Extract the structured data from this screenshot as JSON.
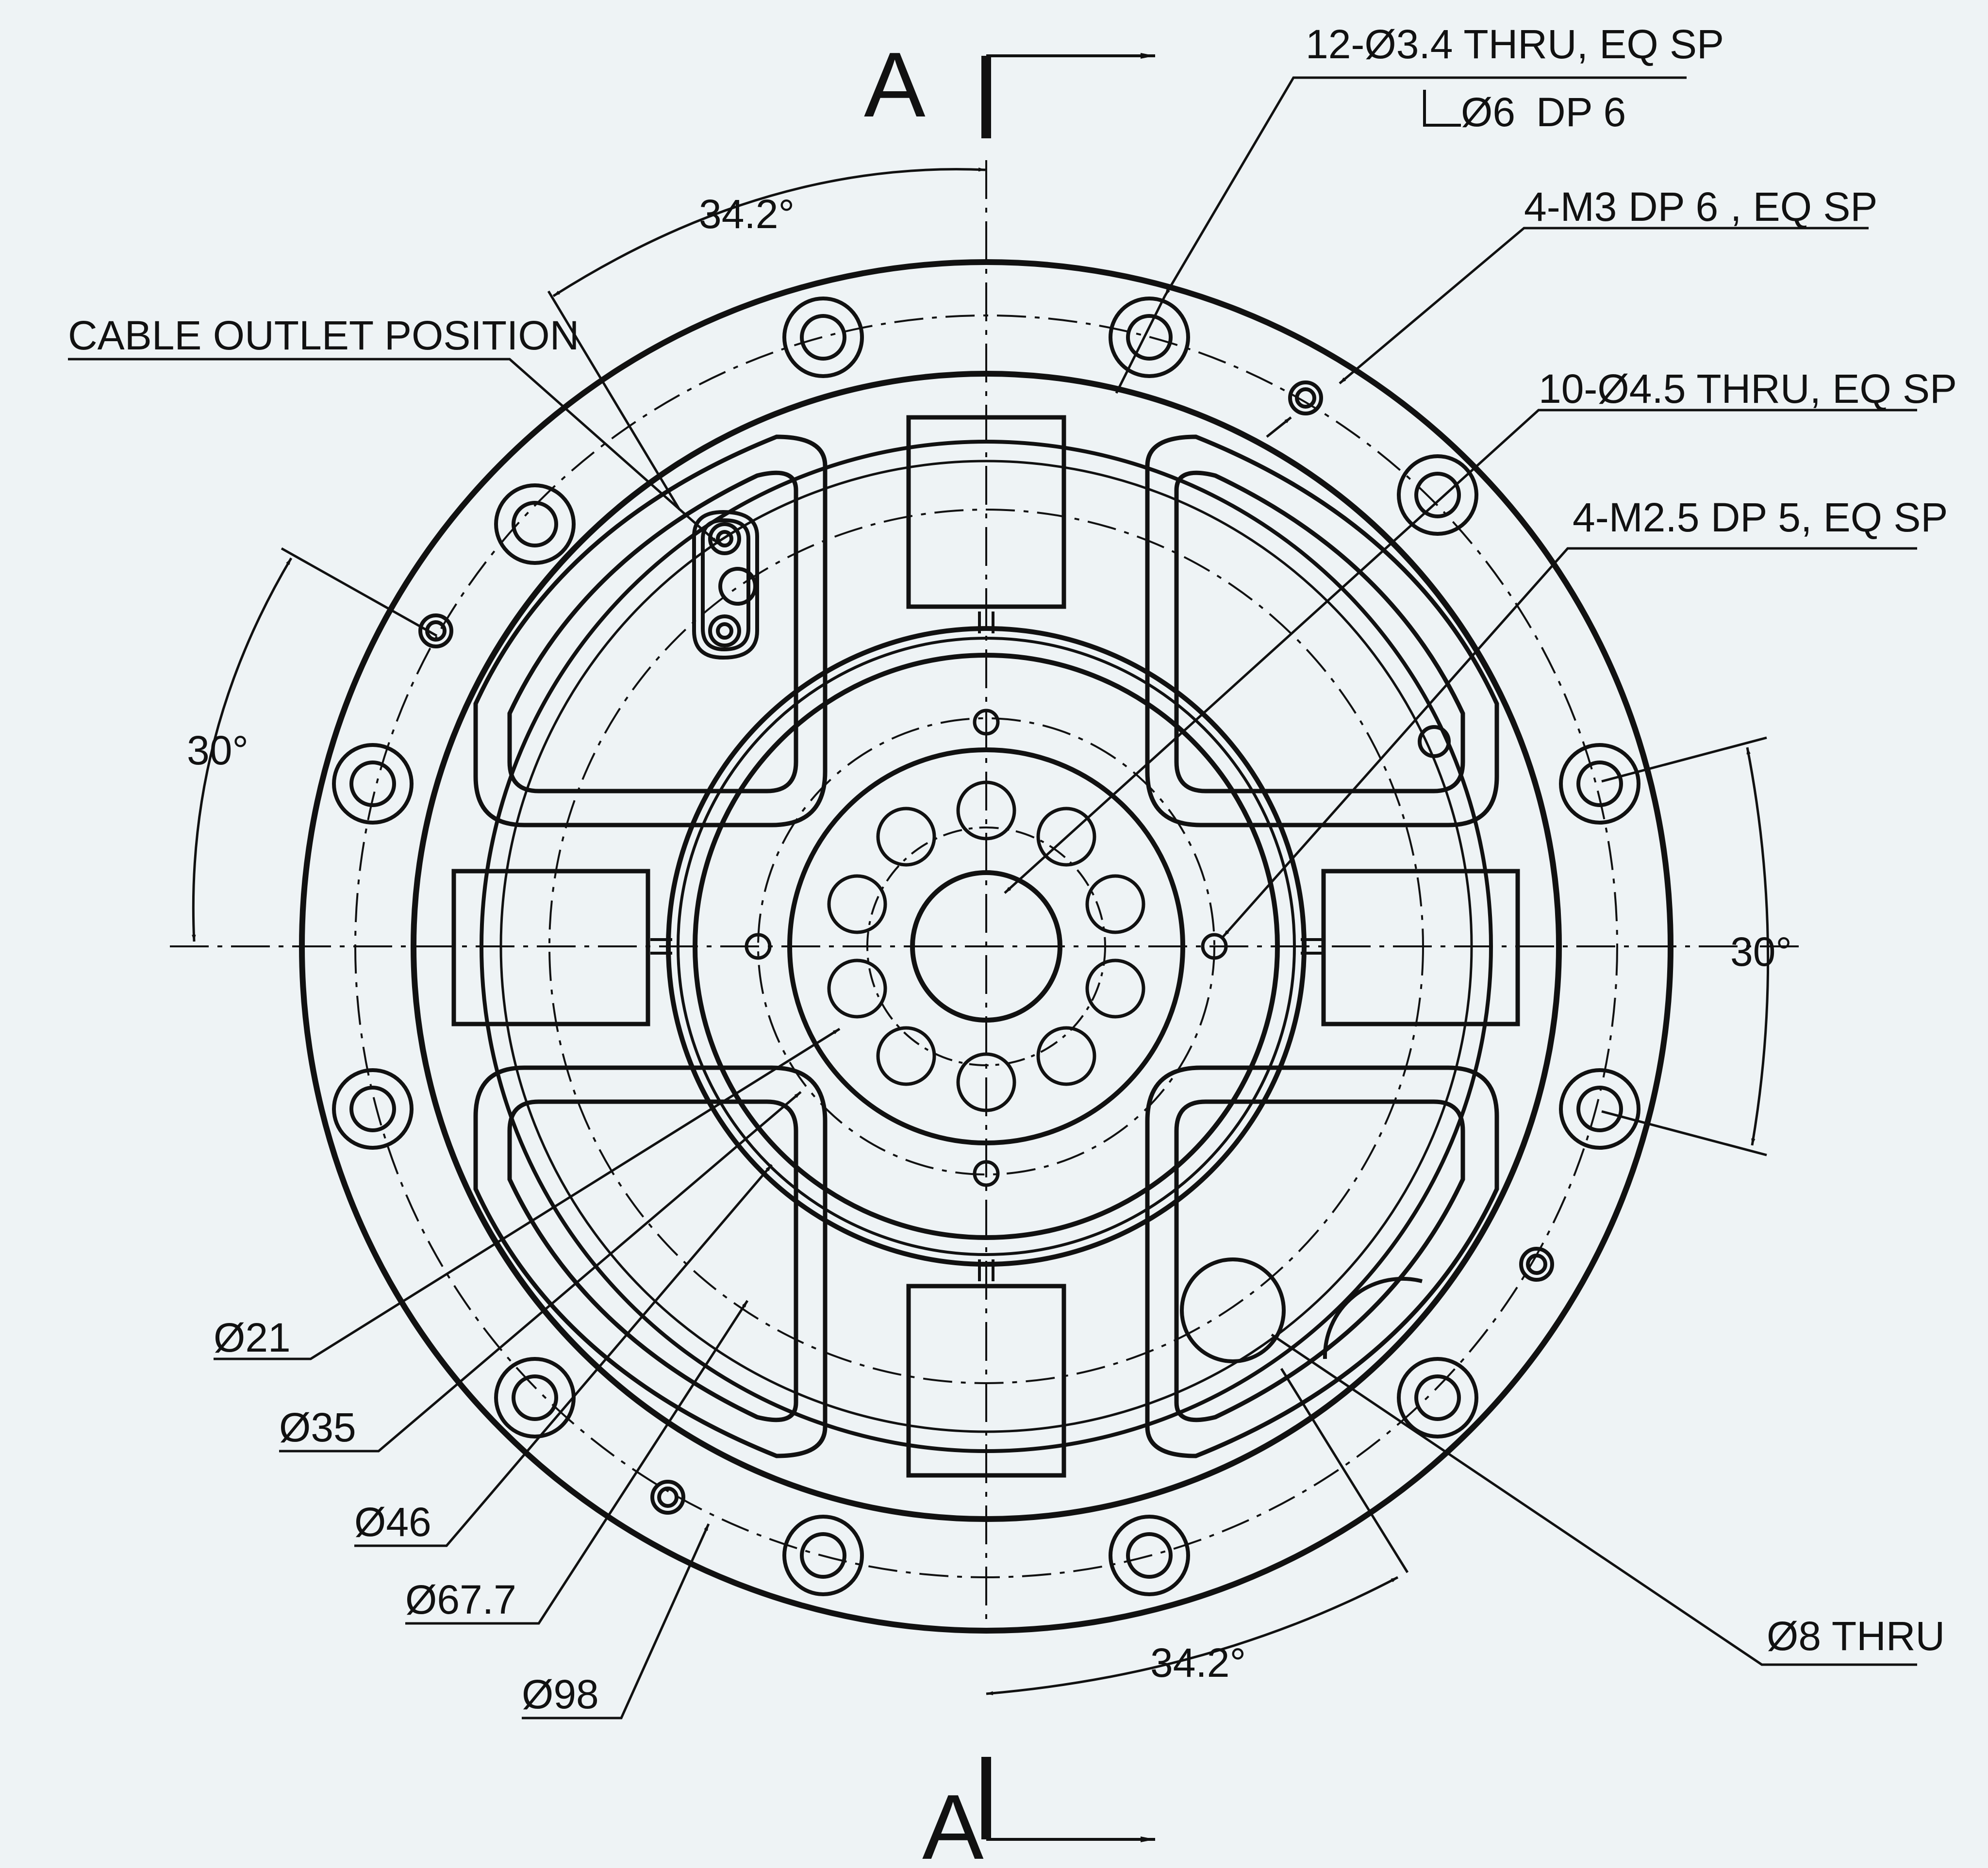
{
  "section_marks": {
    "top": "A",
    "bottom": "A"
  },
  "callouts": {
    "thru_holes_12": "12-Ø3.4 THRU, EQ SP",
    "counterbore_dia": "Ø6",
    "counterbore_depth": "DP 6",
    "m3_prefix": "4-M3",
    "m3_depth": "DP 6",
    "m3_suffix": ", EQ SP",
    "thru_holes_10": "10-Ø4.5 THRU, EQ SP",
    "m25": "4-M2.5 DP 5, EQ SP",
    "cable_outlet": "CABLE OUTLET POSITION",
    "thru_8": "Ø8 THRU"
  },
  "angles": {
    "top_left": "34.2°",
    "left": "30°",
    "right": "30°",
    "bottom_right": "34.2°"
  },
  "diameters": [
    "Ø21",
    "Ø35",
    "Ø46",
    "Ø67.7",
    "Ø98"
  ],
  "colors": {
    "background": "#eef3f5",
    "ink": "#111111"
  }
}
